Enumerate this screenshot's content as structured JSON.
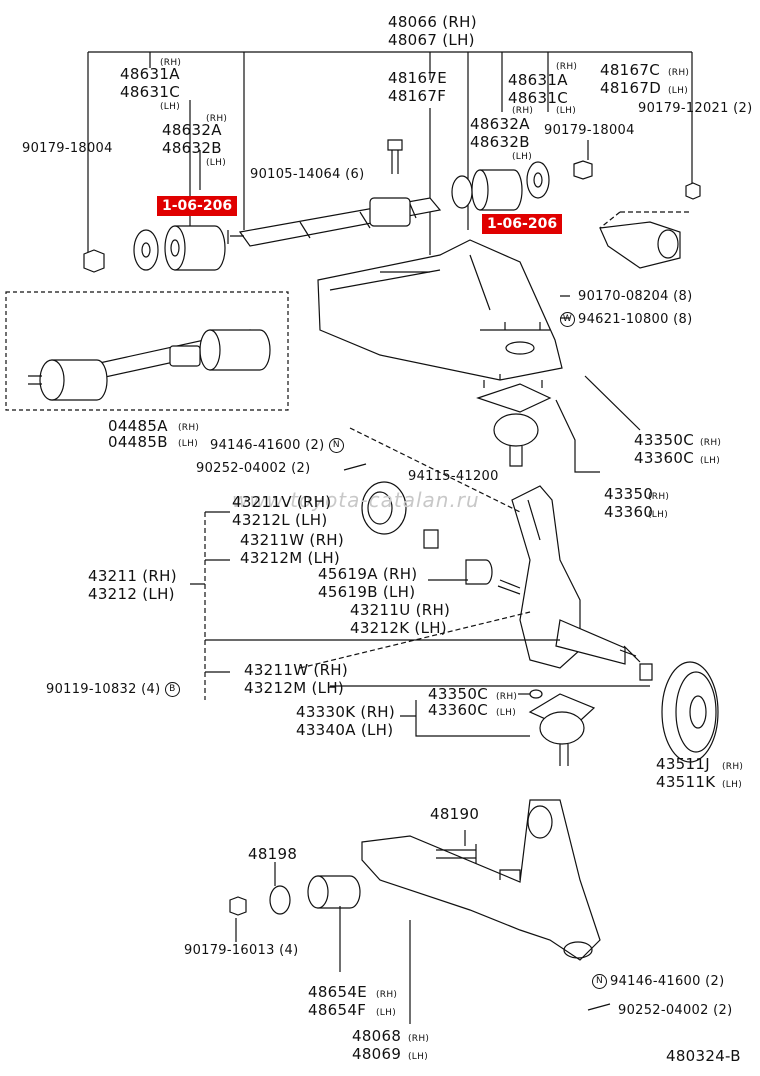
{
  "watermark": "www.toyota-catalan.ru",
  "diagram_code": "480324-B",
  "ref_badges": [
    "1-06-206",
    "1-06-206"
  ],
  "labels": {
    "arm_rh": "48066 (RH)",
    "arm_lh": "48067 (LH)",
    "b48631a": "48631A",
    "b48631c": "48631C",
    "b48632a": "48632A",
    "b48632b": "48632B",
    "rh": "(RH)",
    "lh": "(LH)",
    "n90179_18004": "90179-18004",
    "n90105": "90105-14064 (6)",
    "n48167e": "48167E",
    "n48167f": "48167F",
    "n48167c": "48167C",
    "n48167d": "48167D",
    "n90179_12021": "90179-12021 (2)",
    "n90170": "90170-08204 (8)",
    "n94621": "94621-10800 (8)",
    "n04485a": "04485A",
    "n04485b": "04485B",
    "n94146_top": "94146-41600 (2)",
    "n90252_top": "90252-04002 (2)",
    "n94115": "94115-41200",
    "n43350c": "43350C",
    "n43360c": "43360C",
    "n43350": "43350",
    "n43360": "43360",
    "n43211v": "43211V (RH)",
    "n43212l": "43212L (LH)",
    "n43211w": "43211W (RH)",
    "n43212m": "43212M (LH)",
    "n43211": "43211 (RH)",
    "n43212": "43212 (LH)",
    "n45619a": "45619A (RH)",
    "n45619b": "45619B (LH)",
    "n43211u": "43211U (RH)",
    "n43212k": "43212K (LH)",
    "n90119": "90119-10832 (4)",
    "n43330k": "43330K (RH)",
    "n43340a": "43340A (LH)",
    "n43511j": "43511J",
    "n43511k": "43511K",
    "n48190": "48190",
    "n48198": "48198",
    "n90179_16013": "90179-16013 (4)",
    "n48654e": "48654E",
    "n48654f": "48654F",
    "n48068": "48068",
    "n48069": "48069",
    "n94146_bot": "94146-41600 (2)",
    "n90252_bot": "90252-04002 (2)",
    "circle_n": "N",
    "circle_w": "W",
    "circle_b": "B"
  }
}
